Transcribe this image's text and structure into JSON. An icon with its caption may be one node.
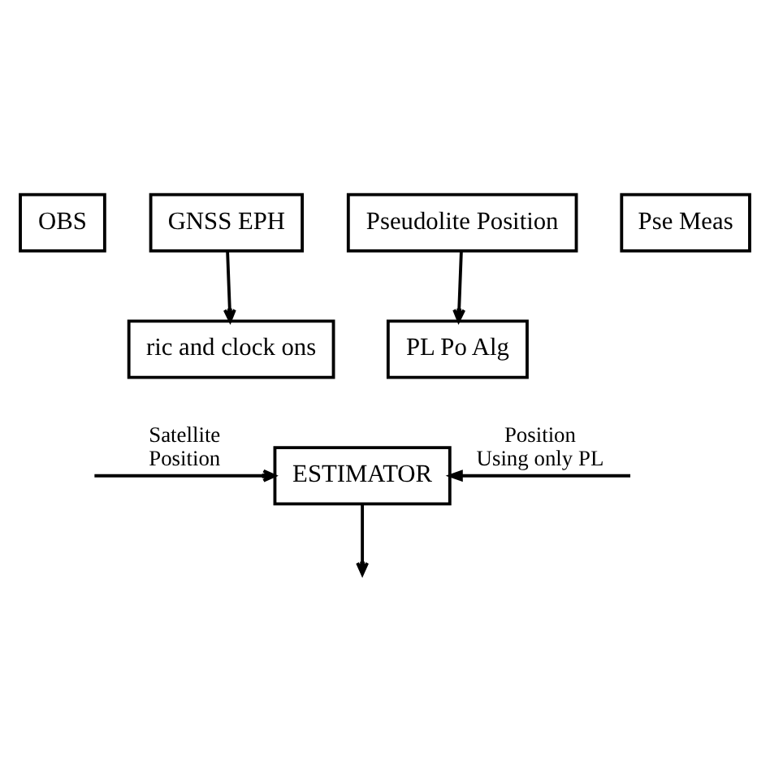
{
  "diagram": {
    "nodes": [
      {
        "text": [
          "OBS"
        ]
      },
      {
        "text": [
          "GNSS EPH"
        ]
      },
      {
        "text": [
          "Pseudolite Position"
        ]
      },
      {
        "text": [
          "Pse Meas"
        ]
      },
      {
        "text": [
          "ric and clock ons"
        ]
      },
      {
        "text": [
          "PL Po Alg"
        ]
      },
      {
        "text": [
          "ESTIMATOR"
        ]
      }
    ],
    "edges": [
      {
        "from": 1,
        "to": 4,
        "arrow": "to"
      },
      {
        "from": 2,
        "to": 5,
        "arrow": "to"
      },
      {
        "from": null,
        "to": 6,
        "arrow": "to",
        "label": "Satellite Position"
      },
      {
        "from": null,
        "to": 6,
        "arrow": "to",
        "label": "Position Using only PL"
      },
      {
        "from": 6,
        "to": null,
        "arrow": "to"
      }
    ]
  }
}
